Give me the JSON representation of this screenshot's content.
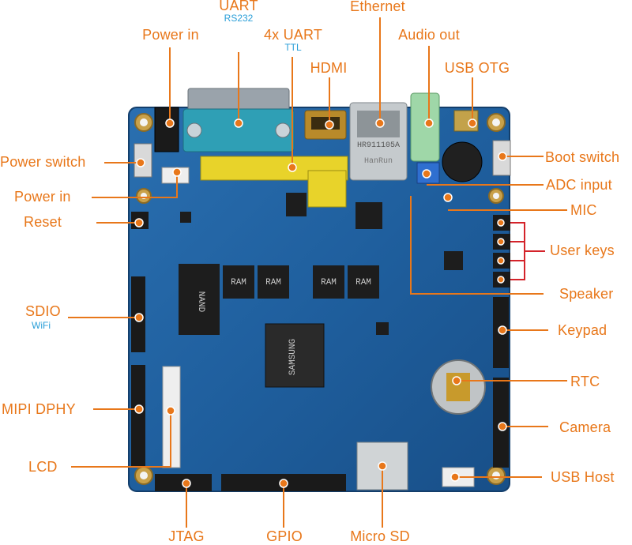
{
  "labels": {
    "uart": "UART",
    "uart_sub": "RS232",
    "ethernet": "Ethernet",
    "power_in_top": "Power in",
    "uart4x": "4x UART",
    "uart4x_sub": "TTL",
    "hdmi": "HDMI",
    "audio_out": "Audio out",
    "usb_otg": "USB OTG",
    "power_switch": "Power switch",
    "boot_switch": "Boot switch",
    "power_in_left": "Power in",
    "adc_input": "ADC input",
    "reset": "Reset",
    "mic": "MIC",
    "user_keys": "User keys",
    "speaker": "Speaker",
    "sdio": "SDIO",
    "sdio_sub": "WiFi",
    "keypad": "Keypad",
    "rtc": "RTC",
    "mipi_dphy": "MIPI DPHY",
    "camera": "Camera",
    "lcd": "LCD",
    "usb_host": "USB Host",
    "jtag": "JTAG",
    "gpio": "GPIO",
    "micro_sd": "Micro SD"
  },
  "board_text": {
    "nand": "NAND",
    "ram1": "RAM",
    "ram2": "RAM",
    "ram3": "RAM",
    "ram4": "RAM",
    "soc": "SAMSUNG",
    "eth_module": "HR911105A",
    "eth_brand": "HanRun"
  },
  "colors": {
    "label_orange": "#e8771a",
    "sub_blue": "#2b9fd8",
    "pcb_blue": "#1f5f9e",
    "leader_line": "#e8771a",
    "user_keys_bracket": "#d4232a",
    "marker_dot": "#e8771a"
  }
}
